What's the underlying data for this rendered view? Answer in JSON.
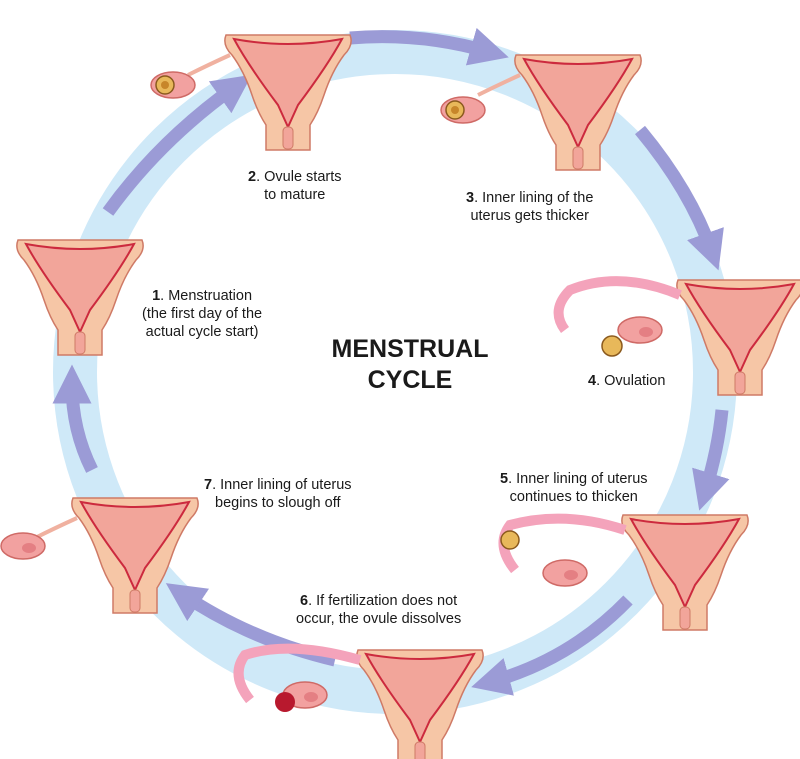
{
  "title": {
    "line1": "MENSTRUAL",
    "line2": "CYCLE"
  },
  "stages": [
    {
      "number": "1",
      "lines": [
        ". Menstruation",
        "(the first day of the",
        "actual cycle start)"
      ]
    },
    {
      "number": "2",
      "lines": [
        ". Ovule starts",
        "to mature"
      ]
    },
    {
      "number": "3",
      "lines": [
        ". Inner lining of the",
        "uterus gets thicker"
      ]
    },
    {
      "number": "4",
      "lines": [
        ". Ovulation"
      ]
    },
    {
      "number": "5",
      "lines": [
        ". Inner lining of uterus",
        "continues to thicken"
      ]
    },
    {
      "number": "6",
      "lines": [
        ". If fertilization does not",
        "occur, the ovule dissolves"
      ]
    },
    {
      "number": "7",
      "lines": [
        ". Inner lining of uterus",
        "begins to slough off"
      ]
    }
  ],
  "colors": {
    "ring": "#cfe9f8",
    "arrow": "#9b9bd6",
    "uterus_skin": "#f6c6a6",
    "uterus_outline": "#cf7a66",
    "lining": "#cc2a3e",
    "tube": "#f4a3bb",
    "ovule": "#e8b85a"
  }
}
